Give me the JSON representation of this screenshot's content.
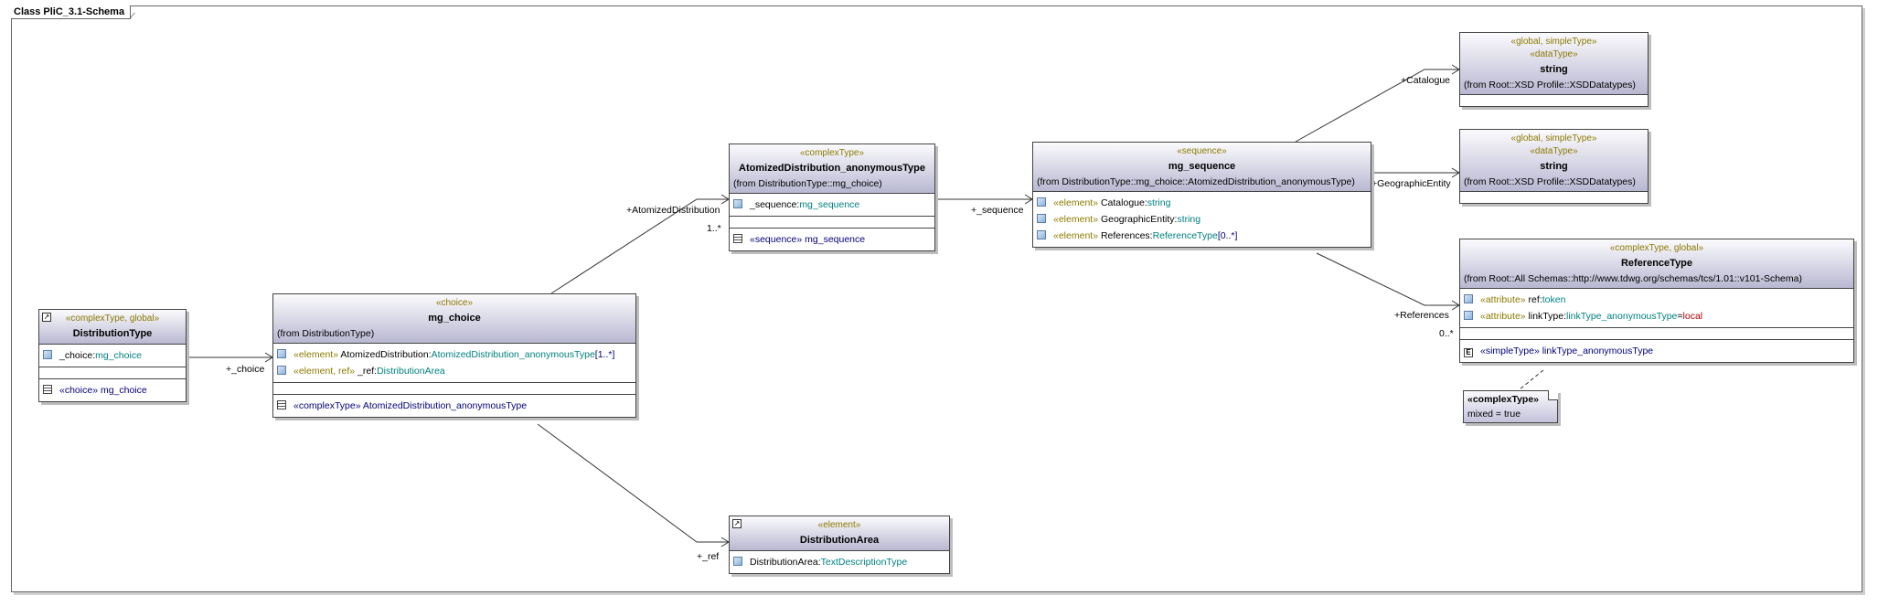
{
  "frame": {
    "title": "Class PliC_3.1-Schema"
  },
  "classes": {
    "distribution_type": {
      "stereotype": "«complexType, global»",
      "name": "DistributionType",
      "attr": {
        "name": "_choice",
        "sep": ":",
        "type": "mg_choice"
      },
      "op": {
        "stereotype": "«choice»",
        "name": "mg_choice"
      }
    },
    "mg_choice": {
      "stereotype": "«choice»",
      "name": "mg_choice",
      "from": "(from DistributionType)",
      "attrs": [
        {
          "stereotype": "«element»",
          "name": " AtomizedDistribution",
          "sep": ":",
          "type": "AtomizedDistribution_anonymousType",
          "mult": "[1..*]"
        },
        {
          "stereotype": "«element, ref»",
          "name": " _ref",
          "sep": ":",
          "type": "DistributionArea"
        }
      ],
      "op": {
        "stereotype": "«complexType»",
        "name": "AtomizedDistribution_anonymousType"
      }
    },
    "atomized": {
      "stereotype": "«complexType»",
      "name": "AtomizedDistribution_anonymousType",
      "from": "(from DistributionType::mg_choice)",
      "attr": {
        "name": "_sequence",
        "sep": ":",
        "type": "mg_sequence"
      },
      "op": {
        "stereotype": "«sequence»",
        "name": "mg_sequence"
      }
    },
    "mg_sequence": {
      "stereotype": "«sequence»",
      "name": "mg_sequence",
      "from": "(from DistributionType::mg_choice::AtomizedDistribution_anonymousType)",
      "attrs": [
        {
          "stereotype": "«element»",
          "name": " Catalogue",
          "sep": ":",
          "type": "string"
        },
        {
          "stereotype": "«element»",
          "name": " GeographicEntity",
          "sep": ":",
          "type": "string"
        },
        {
          "stereotype": "«element»",
          "name": " References",
          "sep": ":",
          "type": "ReferenceType",
          "mult": "[0..*]"
        }
      ]
    },
    "distribution_area": {
      "stereotype": "«element»",
      "name": "DistributionArea",
      "attr": {
        "name": "DistributionArea",
        "sep": ":",
        "type": "TextDescriptionType"
      }
    },
    "string1": {
      "stereotype": "«global, simpleType»",
      "stereotype2": "«dataType»",
      "name": "string",
      "from": "(from Root::XSD Profile::XSDDatatypes)"
    },
    "string2": {
      "stereotype": "«global, simpleType»",
      "stereotype2": "«dataType»",
      "name": "string",
      "from": "(from Root::XSD Profile::XSDDatatypes)"
    },
    "reference_type": {
      "stereotype": "«complexType, global»",
      "name": "ReferenceType",
      "from": "(from Root::All Schemas::http://www.tdwg.org/schemas/tcs/1.01::v101-Schema)",
      "attrs": [
        {
          "stereotype": "«attribute»",
          "name": " ref",
          "sep": ":",
          "type": "token"
        },
        {
          "stereotype": "«attribute»",
          "name": " linkType",
          "sep": ":",
          "type": "linkType_anonymousType",
          "eq": "=",
          "default": "local"
        }
      ],
      "op": {
        "stereotype": "«simpleType»",
        "name": "linkType_anonymousType"
      }
    }
  },
  "note": {
    "title": "«complexType»",
    "body": "mixed = true"
  },
  "edges": {
    "choice": "+_choice",
    "atomized": "+AtomizedDistribution",
    "atomized_mult": "1..*",
    "ref": "+_ref",
    "sequence": "+_sequence",
    "catalogue": "+Catalogue",
    "geographic": "+GeographicEntity",
    "references": "+References",
    "references_mult": "0..*"
  }
}
